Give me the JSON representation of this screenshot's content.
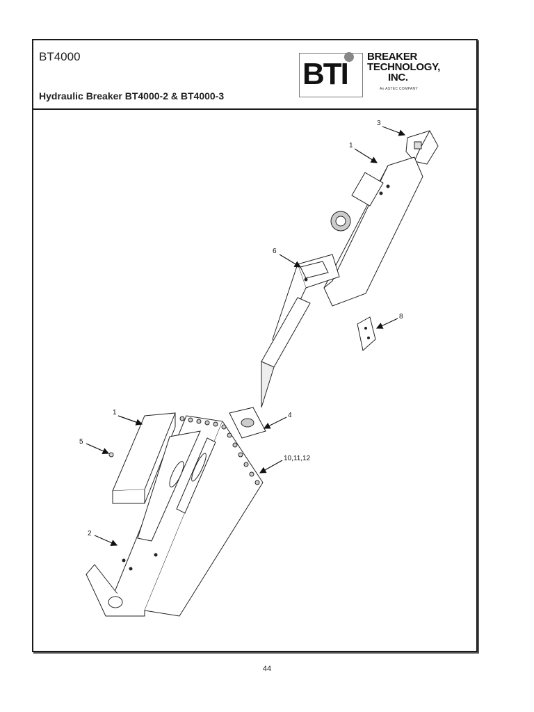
{
  "header": {
    "model": "BT4000",
    "subtitle": "Hydraulic Breaker BT4000-2 & BT4000-3",
    "logo": {
      "mark": "BTI",
      "line1": "BREAKER",
      "line2": "TECHNOLOGY,",
      "line3": "INC.",
      "tagline": "An ASTEC COMPANY"
    }
  },
  "callouts": {
    "c3": "3",
    "c1_top": "1",
    "c6": "6",
    "c8": "8",
    "c1_bottom": "1",
    "c4": "4",
    "c5": "5",
    "c10_12": "10,11,12",
    "c2": "2"
  },
  "footer": {
    "page_number": "44"
  }
}
